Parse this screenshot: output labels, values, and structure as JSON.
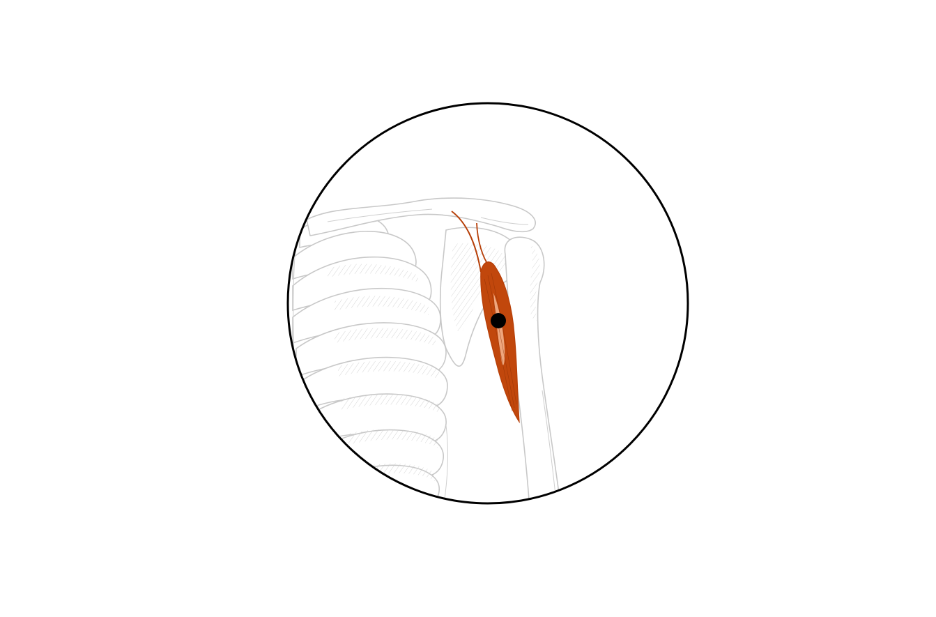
{
  "figure": {
    "subject": "shoulder-girdle-anatomy",
    "colors": {
      "background": "#ffffff",
      "frame": "#000000",
      "bone_outline": "#c8c8c8",
      "bone_shading": "#cfcfcf",
      "muscle": "#c1470c",
      "muscle_highlight": "#f3b08a",
      "marker": "#000000"
    },
    "highlighted_structure": "muscle",
    "marker": "black-dot"
  }
}
